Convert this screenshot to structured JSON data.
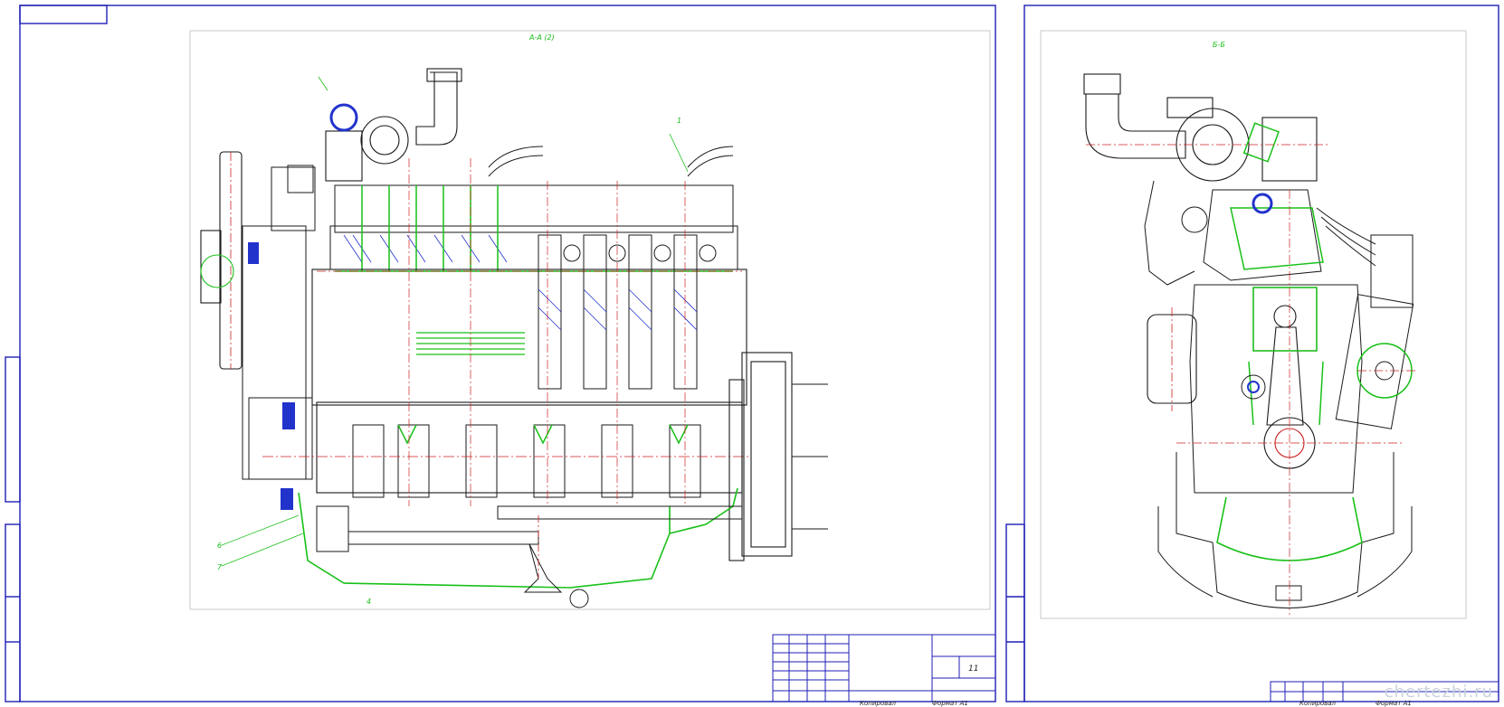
{
  "sheets": [
    {
      "name": "left-sheet",
      "section_label": "А-А (2)",
      "callouts": [
        "1",
        "4",
        "6",
        "7"
      ],
      "title_block": {
        "sheet_number": "11",
        "bottom_label": "Копировал",
        "format_label": "Формат А1"
      }
    },
    {
      "name": "right-sheet",
      "section_label": "Б-Б",
      "title_block": {
        "bottom_label": "Копировал",
        "format_label": "Формат А1"
      }
    }
  ],
  "watermark": "chertezhi.ru",
  "colors": {
    "frame": "#1f1fb5",
    "outline": "#1a1a1a",
    "green": "#18c018",
    "hatch": "#2233cc",
    "red": "#cc2222",
    "dark_blue": "#16168a"
  }
}
